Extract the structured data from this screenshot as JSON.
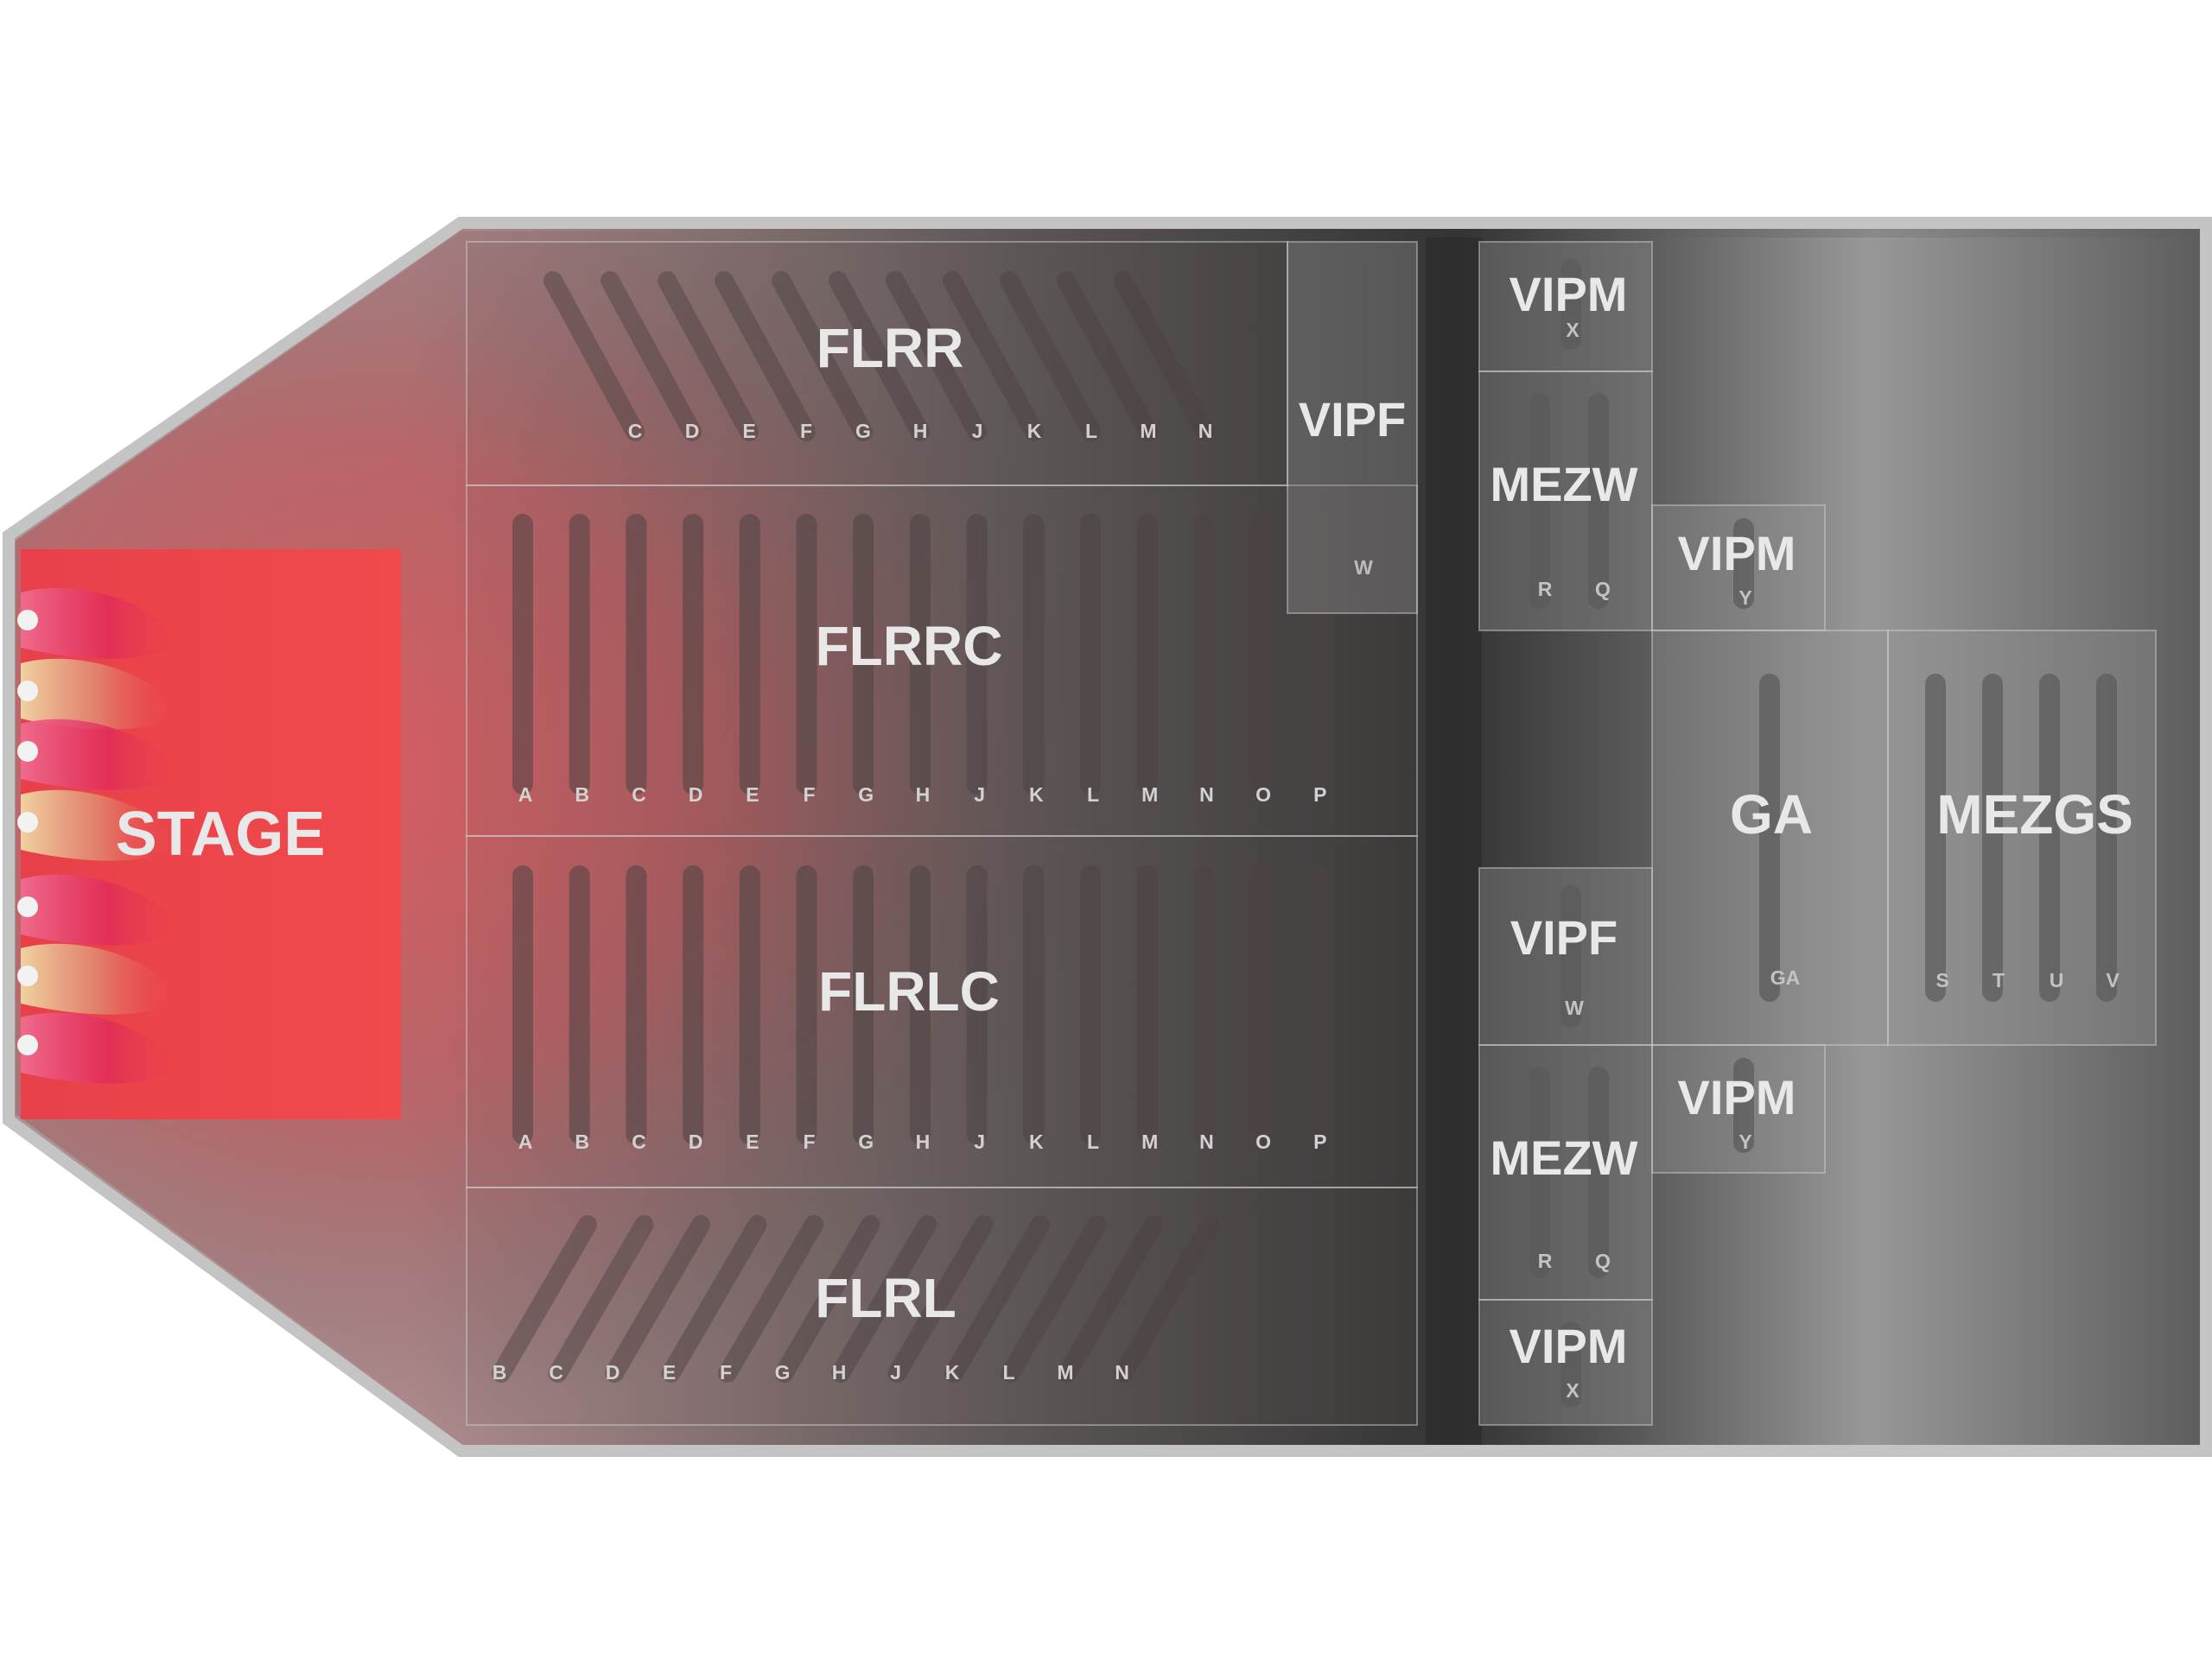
{
  "colors": {
    "stage": "#ee4448",
    "floor_tint": "#d05a5e",
    "venue_gray": "#6a6a6a",
    "border": "#c4c4c4",
    "row_bar": "#5a5a5a"
  },
  "stage": {
    "label": "STAGE"
  },
  "sections": {
    "flrr": {
      "label": "FLRR",
      "rows": [
        "C",
        "D",
        "E",
        "F",
        "G",
        "H",
        "J",
        "K",
        "L",
        "M",
        "N"
      ]
    },
    "flrrc": {
      "label": "FLRRC",
      "rows": [
        "A",
        "B",
        "C",
        "D",
        "E",
        "F",
        "G",
        "H",
        "J",
        "K",
        "L",
        "M",
        "N",
        "O",
        "P"
      ]
    },
    "flrlc": {
      "label": "FLRLC",
      "rows": [
        "A",
        "B",
        "C",
        "D",
        "E",
        "F",
        "G",
        "H",
        "J",
        "K",
        "L",
        "M",
        "N",
        "O",
        "P"
      ]
    },
    "flrl": {
      "label": "FLRL",
      "rows": [
        "B",
        "C",
        "D",
        "E",
        "F",
        "G",
        "H",
        "J",
        "K",
        "L",
        "M",
        "N"
      ]
    },
    "vipf_top": {
      "label": "VIPF",
      "rows": [
        "W"
      ]
    },
    "vipm_top": {
      "label": "VIPM",
      "rows": [
        "X"
      ]
    },
    "mezw_top": {
      "label": "MEZW",
      "rows": [
        "R",
        "Q"
      ]
    },
    "vipm_mid_top": {
      "label": "VIPM",
      "rows": [
        "Y"
      ]
    },
    "ga": {
      "label": "GA",
      "rows": [
        "GA"
      ]
    },
    "mezgs": {
      "label": "MEZGS",
      "rows": [
        "S",
        "T",
        "U",
        "V"
      ]
    },
    "vipf_bottom": {
      "label": "VIPF",
      "rows": [
        "W"
      ]
    },
    "vipm_mid_bottom": {
      "label": "VIPM",
      "rows": [
        "Y"
      ]
    },
    "mezw_bottom": {
      "label": "MEZW",
      "rows": [
        "R",
        "Q"
      ]
    },
    "vipm_bottom": {
      "label": "VIPM",
      "rows": [
        "X"
      ]
    }
  }
}
